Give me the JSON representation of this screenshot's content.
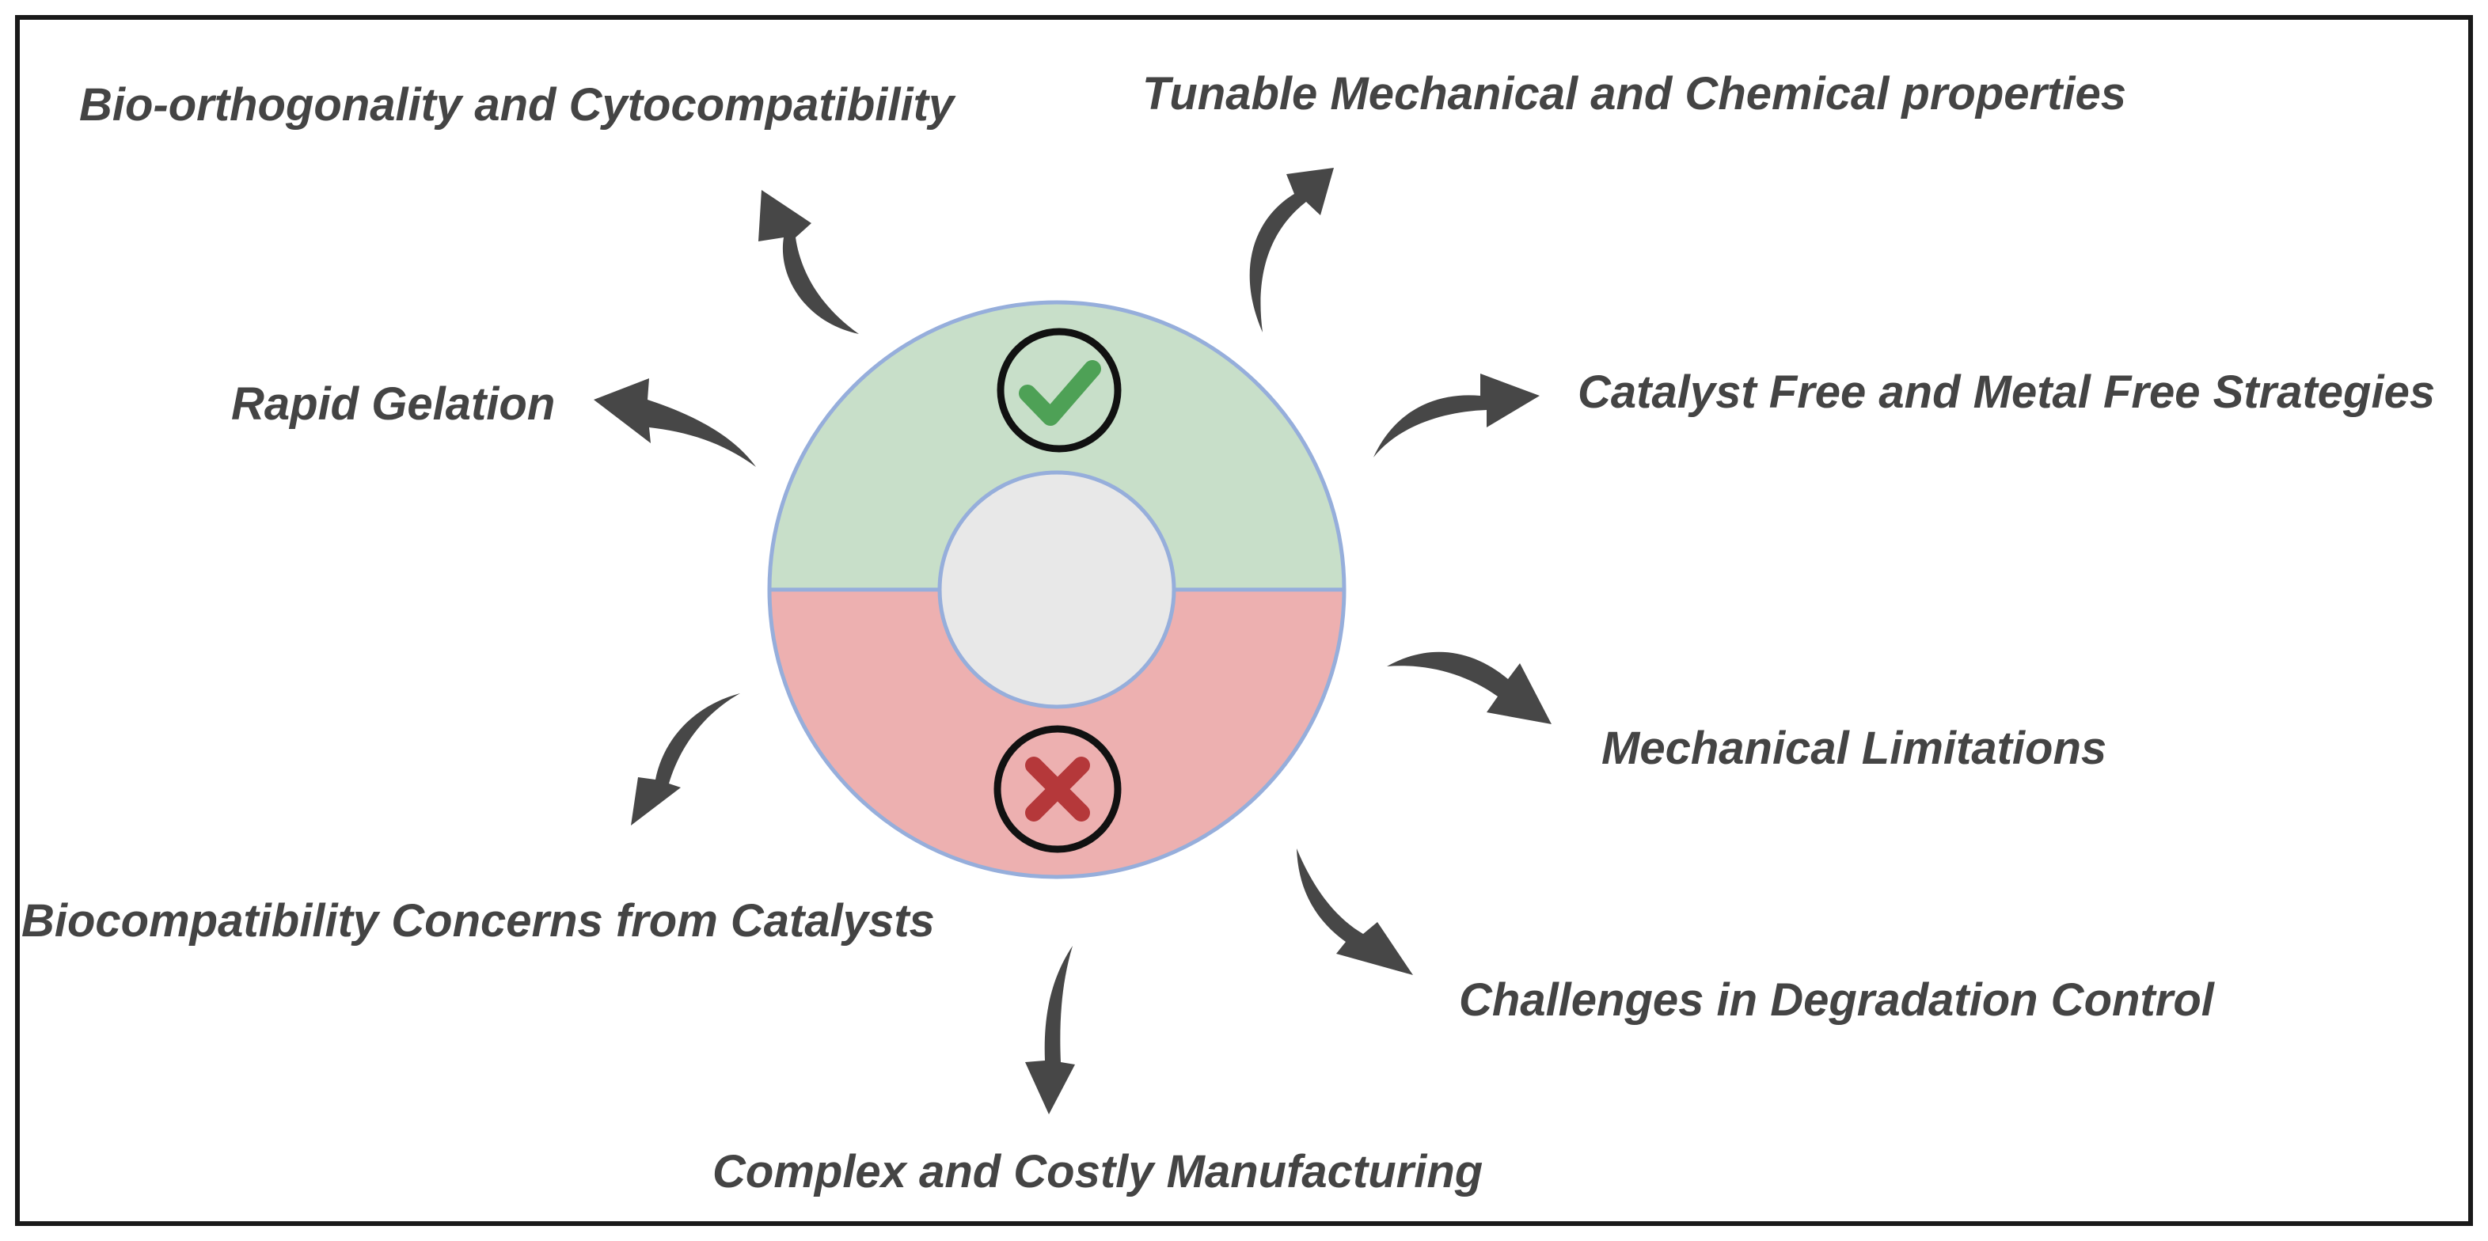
{
  "colors": {
    "frame": "#1a1a1a",
    "pros_half": "#c8dfc9",
    "cons_half": "#edb0b0",
    "center_circle": "#e8e8e8",
    "circle_outline": "#96aedb",
    "check_mark": "#4ea156",
    "cross_mark": "#b5383a",
    "arrow": "#474747",
    "label_text": "#444444"
  },
  "icons": {
    "pros": "check-icon",
    "cons": "cross-icon",
    "arrows": "curved-arrow-icon"
  },
  "advantages": [
    "Bio-orthogonality and Cytocompatibility",
    "Tunable Mechanical and Chemical properties",
    "Rapid Gelation",
    "Catalyst Free and Metal Free Strategies"
  ],
  "limitations": [
    "Mechanical Limitations",
    "Biocompatibility Concerns from Catalysts",
    "Challenges in Degradation Control",
    "Complex and Costly Manufacturing"
  ]
}
